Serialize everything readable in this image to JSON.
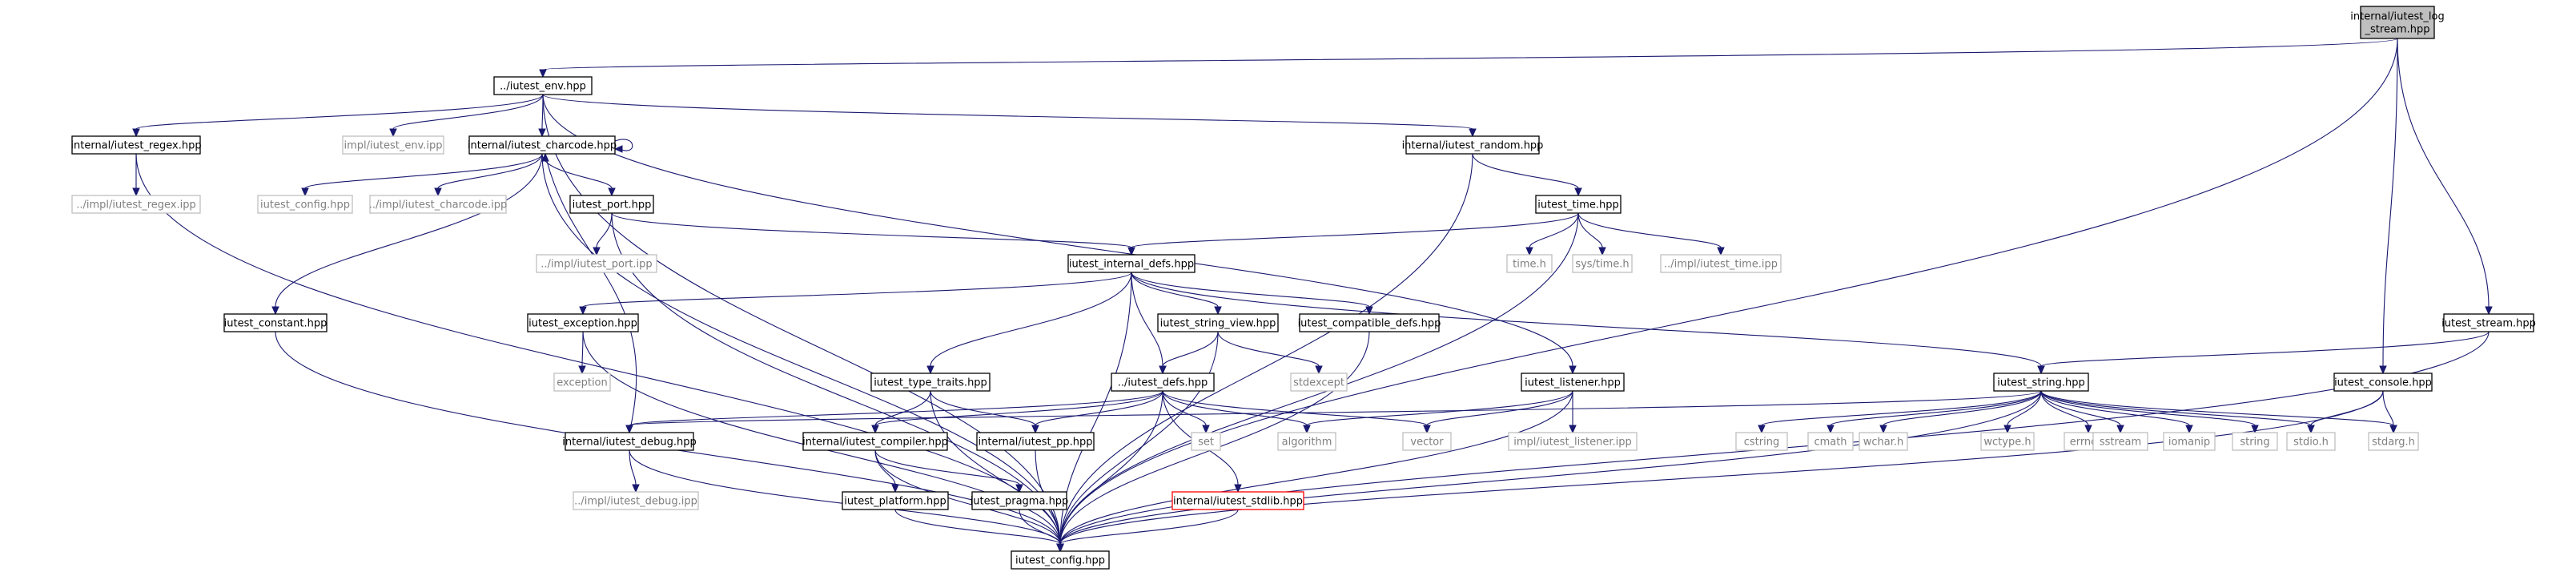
{
  "graph": {
    "nodes": [
      {
        "id": "root",
        "lines": [
          "internal/iutest_log",
          "_stream.hpp"
        ],
        "kind": "focus"
      },
      {
        "id": "env",
        "lines": [
          "../iutest_env.hpp"
        ],
        "kind": "normal"
      },
      {
        "id": "regex",
        "lines": [
          "internal/iutest_regex.hpp"
        ],
        "kind": "normal"
      },
      {
        "id": "regex_ipp",
        "lines": [
          "../impl/iutest_regex.ipp"
        ],
        "kind": "external"
      },
      {
        "id": "env_ipp",
        "lines": [
          "impl/iutest_env.ipp"
        ],
        "kind": "external"
      },
      {
        "id": "charcode",
        "lines": [
          "internal/iutest_charcode.hpp"
        ],
        "kind": "normal"
      },
      {
        "id": "config_h",
        "lines": [
          "iutest_config.hpp"
        ],
        "kind": "external"
      },
      {
        "id": "charcode_ipp",
        "lines": [
          "../impl/iutest_charcode.ipp"
        ],
        "kind": "external"
      },
      {
        "id": "port",
        "lines": [
          "iutest_port.hpp"
        ],
        "kind": "normal"
      },
      {
        "id": "port_ipp",
        "lines": [
          "../impl/iutest_port.ipp"
        ],
        "kind": "external"
      },
      {
        "id": "constant",
        "lines": [
          "iutest_constant.hpp"
        ],
        "kind": "normal"
      },
      {
        "id": "random",
        "lines": [
          "internal/iutest_random.hpp"
        ],
        "kind": "normal"
      },
      {
        "id": "time",
        "lines": [
          "iutest_time.hpp"
        ],
        "kind": "normal"
      },
      {
        "id": "time_h",
        "lines": [
          "time.h"
        ],
        "kind": "external"
      },
      {
        "id": "systime",
        "lines": [
          "sys/time.h"
        ],
        "kind": "external"
      },
      {
        "id": "time_ipp",
        "lines": [
          "../impl/iutest_time.ipp"
        ],
        "kind": "external"
      },
      {
        "id": "internal_defs",
        "lines": [
          "iutest_internal_defs.hpp"
        ],
        "kind": "normal"
      },
      {
        "id": "exception",
        "lines": [
          "iutest_exception.hpp"
        ],
        "kind": "normal"
      },
      {
        "id": "exception_x",
        "lines": [
          "exception"
        ],
        "kind": "external"
      },
      {
        "id": "string_view",
        "lines": [
          "iutest_string_view.hpp"
        ],
        "kind": "normal"
      },
      {
        "id": "compat_defs",
        "lines": [
          "iutest_compatible_defs.hpp"
        ],
        "kind": "normal"
      },
      {
        "id": "stdexcept",
        "lines": [
          "stdexcept"
        ],
        "kind": "external"
      },
      {
        "id": "type_traits",
        "lines": [
          "iutest_type_traits.hpp"
        ],
        "kind": "normal"
      },
      {
        "id": "defs",
        "lines": [
          "../iutest_defs.hpp"
        ],
        "kind": "normal"
      },
      {
        "id": "debug",
        "lines": [
          "internal/iutest_debug.hpp"
        ],
        "kind": "normal"
      },
      {
        "id": "debug_ipp",
        "lines": [
          "../impl/iutest_debug.ipp"
        ],
        "kind": "external"
      },
      {
        "id": "compiler",
        "lines": [
          "internal/iutest_compiler.hpp"
        ],
        "kind": "normal"
      },
      {
        "id": "pp",
        "lines": [
          "internal/iutest_pp.hpp"
        ],
        "kind": "normal"
      },
      {
        "id": "set",
        "lines": [
          "set"
        ],
        "kind": "external"
      },
      {
        "id": "algorithm",
        "lines": [
          "algorithm"
        ],
        "kind": "external"
      },
      {
        "id": "vector",
        "lines": [
          "vector"
        ],
        "kind": "external"
      },
      {
        "id": "platform",
        "lines": [
          "iutest_platform.hpp"
        ],
        "kind": "normal"
      },
      {
        "id": "pragma",
        "lines": [
          "iutest_pragma.hpp"
        ],
        "kind": "normal"
      },
      {
        "id": "stdlib",
        "lines": [
          "internal/iutest_stdlib.hpp"
        ],
        "kind": "warning"
      },
      {
        "id": "listener",
        "lines": [
          "iutest_listener.hpp"
        ],
        "kind": "normal"
      },
      {
        "id": "listener_ipp",
        "lines": [
          "impl/iutest_listener.ipp"
        ],
        "kind": "external"
      },
      {
        "id": "stream",
        "lines": [
          "iutest_stream.hpp"
        ],
        "kind": "normal"
      },
      {
        "id": "string",
        "lines": [
          "iutest_string.hpp"
        ],
        "kind": "normal"
      },
      {
        "id": "console",
        "lines": [
          "iutest_console.hpp"
        ],
        "kind": "normal"
      },
      {
        "id": "cstring",
        "lines": [
          "cstring"
        ],
        "kind": "external"
      },
      {
        "id": "cmath",
        "lines": [
          "cmath"
        ],
        "kind": "external"
      },
      {
        "id": "wchar",
        "lines": [
          "wchar.h"
        ],
        "kind": "external"
      },
      {
        "id": "wctype",
        "lines": [
          "wctype.h"
        ],
        "kind": "external"
      },
      {
        "id": "errno",
        "lines": [
          "errno.h"
        ],
        "kind": "external"
      },
      {
        "id": "sstream",
        "lines": [
          "sstream"
        ],
        "kind": "external"
      },
      {
        "id": "iomanip",
        "lines": [
          "iomanip"
        ],
        "kind": "external"
      },
      {
        "id": "string_x",
        "lines": [
          "string"
        ],
        "kind": "external"
      },
      {
        "id": "stdio",
        "lines": [
          "stdio.h"
        ],
        "kind": "external"
      },
      {
        "id": "stdarg",
        "lines": [
          "stdarg.h"
        ],
        "kind": "external"
      },
      {
        "id": "config",
        "lines": [
          "iutest_config.hpp"
        ],
        "kind": "normal"
      }
    ],
    "edges": [
      [
        "root",
        "env"
      ],
      [
        "root",
        "console"
      ],
      [
        "root",
        "stream"
      ],
      [
        "root",
        "config"
      ],
      [
        "env",
        "regex"
      ],
      [
        "env",
        "env_ipp"
      ],
      [
        "env",
        "charcode"
      ],
      [
        "env",
        "random"
      ],
      [
        "env",
        "listener"
      ],
      [
        "env",
        "config"
      ],
      [
        "regex",
        "regex_ipp"
      ],
      [
        "regex",
        "config"
      ],
      [
        "charcode",
        "config_h"
      ],
      [
        "charcode",
        "charcode_ipp"
      ],
      [
        "charcode",
        "port"
      ],
      [
        "charcode",
        "constant"
      ],
      [
        "charcode",
        "charcode"
      ],
      [
        "charcode",
        "config"
      ],
      [
        "port",
        "port_ipp"
      ],
      [
        "port",
        "internal_defs"
      ],
      [
        "port",
        "config"
      ],
      [
        "constant",
        "config"
      ],
      [
        "random",
        "time"
      ],
      [
        "random",
        "config"
      ],
      [
        "time",
        "time_h"
      ],
      [
        "time",
        "systime"
      ],
      [
        "time",
        "time_ipp"
      ],
      [
        "time",
        "internal_defs"
      ],
      [
        "time",
        "config"
      ],
      [
        "internal_defs",
        "exception"
      ],
      [
        "internal_defs",
        "string_view"
      ],
      [
        "internal_defs",
        "compat_defs"
      ],
      [
        "internal_defs",
        "type_traits"
      ],
      [
        "internal_defs",
        "defs"
      ],
      [
        "internal_defs",
        "string"
      ],
      [
        "internal_defs",
        "config"
      ],
      [
        "exception",
        "exception_x"
      ],
      [
        "exception",
        "config"
      ],
      [
        "string_view",
        "defs"
      ],
      [
        "string_view",
        "stdexcept"
      ],
      [
        "string_view",
        "config"
      ],
      [
        "compat_defs",
        "config"
      ],
      [
        "type_traits",
        "compiler"
      ],
      [
        "type_traits",
        "pp"
      ],
      [
        "type_traits",
        "config"
      ],
      [
        "defs",
        "debug"
      ],
      [
        "defs",
        "compiler"
      ],
      [
        "defs",
        "pp"
      ],
      [
        "defs",
        "set"
      ],
      [
        "defs",
        "algorithm"
      ],
      [
        "defs",
        "vector"
      ],
      [
        "defs",
        "stdlib"
      ],
      [
        "defs",
        "config"
      ],
      [
        "debug",
        "charcode"
      ],
      [
        "debug",
        "debug_ipp"
      ],
      [
        "debug",
        "config"
      ],
      [
        "compiler",
        "platform"
      ],
      [
        "compiler",
        "pragma"
      ],
      [
        "compiler",
        "config"
      ],
      [
        "pp",
        "config"
      ],
      [
        "platform",
        "config"
      ],
      [
        "pragma",
        "config"
      ],
      [
        "stdlib",
        "config"
      ],
      [
        "listener",
        "listener_ipp"
      ],
      [
        "listener",
        "algorithm"
      ],
      [
        "listener",
        "vector"
      ],
      [
        "listener",
        "config"
      ],
      [
        "stream",
        "string"
      ],
      [
        "stream",
        "config"
      ],
      [
        "string",
        "cstring"
      ],
      [
        "string",
        "cmath"
      ],
      [
        "string",
        "wchar"
      ],
      [
        "string",
        "wctype"
      ],
      [
        "string",
        "errno"
      ],
      [
        "string",
        "sstream"
      ],
      [
        "string",
        "iomanip"
      ],
      [
        "string",
        "string_x"
      ],
      [
        "string",
        "stdio"
      ],
      [
        "string",
        "stdarg"
      ],
      [
        "string",
        "debug"
      ],
      [
        "string",
        "config"
      ],
      [
        "console",
        "stdio"
      ],
      [
        "console",
        "stdarg"
      ],
      [
        "console",
        "config"
      ]
    ]
  }
}
